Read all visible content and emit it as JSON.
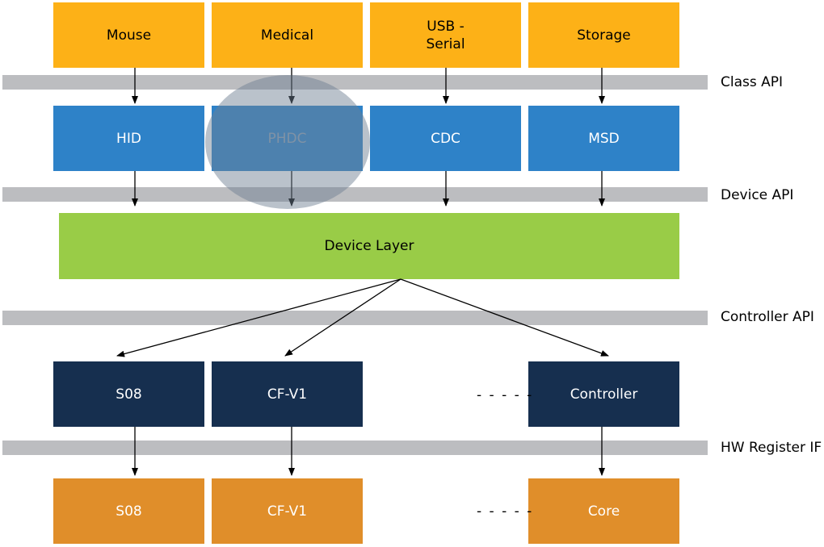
{
  "app_layer": [
    "Mouse",
    "Medical",
    "USB -\nSerial",
    "Storage"
  ],
  "api_layers": {
    "class_api": "Class API",
    "device_api": "Device API",
    "controller_api": "Controller API",
    "hw_register_if": "HW Register IF"
  },
  "class_layer": [
    "HID",
    "PHDC",
    "CDC",
    "MSD"
  ],
  "highlighted_class": "PHDC",
  "device_layer": "Device Layer",
  "controller_layer": [
    "S08",
    "CF-V1",
    "Controller"
  ],
  "hw_layer": [
    "S08",
    "CF-V1",
    "Core"
  ],
  "ellipsis": "- - - - -",
  "colors": {
    "app": "#fdb117",
    "class": "#2e82c8",
    "device": "#99cc47",
    "controller": "#162f4f",
    "hw": "#e08e2a",
    "api_bar": "#bcbdc0",
    "highlight": "#6f7f92"
  }
}
